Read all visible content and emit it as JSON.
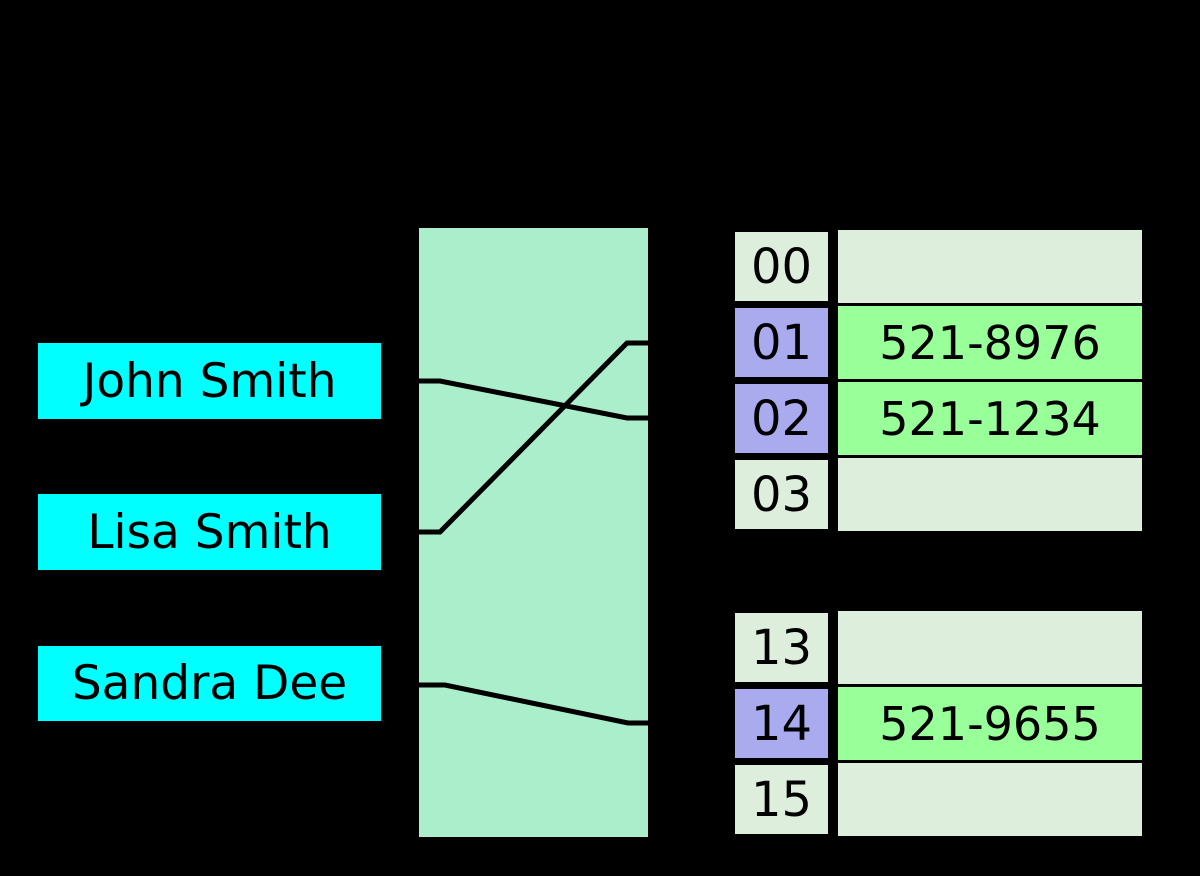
{
  "colors": {
    "bg": "#000000",
    "key_fill": "#00ffff",
    "hash_box_fill": "#aaeecc",
    "cell_empty_fill": "#ddeedd",
    "index_highlight_fill": "#aaaaee",
    "value_fill": "#99ff99",
    "line": "#000000",
    "text": "#000000"
  },
  "keys": [
    {
      "label": "John Smith"
    },
    {
      "label": "Lisa Smith"
    },
    {
      "label": "Sandra Dee"
    }
  ],
  "buckets": {
    "rows": [
      {
        "index": "00",
        "value": "",
        "filled": false
      },
      {
        "index": "01",
        "value": "521-8976",
        "filled": true
      },
      {
        "index": "02",
        "value": "521-1234",
        "filled": true
      },
      {
        "index": "03",
        "value": "",
        "filled": false
      },
      {
        "index": "13",
        "value": "",
        "filled": false
      },
      {
        "index": "14",
        "value": "521-9655",
        "filled": true
      },
      {
        "index": "15",
        "value": "",
        "filled": false
      }
    ]
  },
  "mappings": [
    {
      "from": "John Smith",
      "to": "02"
    },
    {
      "from": "Lisa Smith",
      "to": "01"
    },
    {
      "from": "Sandra Dee",
      "to": "14"
    }
  ]
}
